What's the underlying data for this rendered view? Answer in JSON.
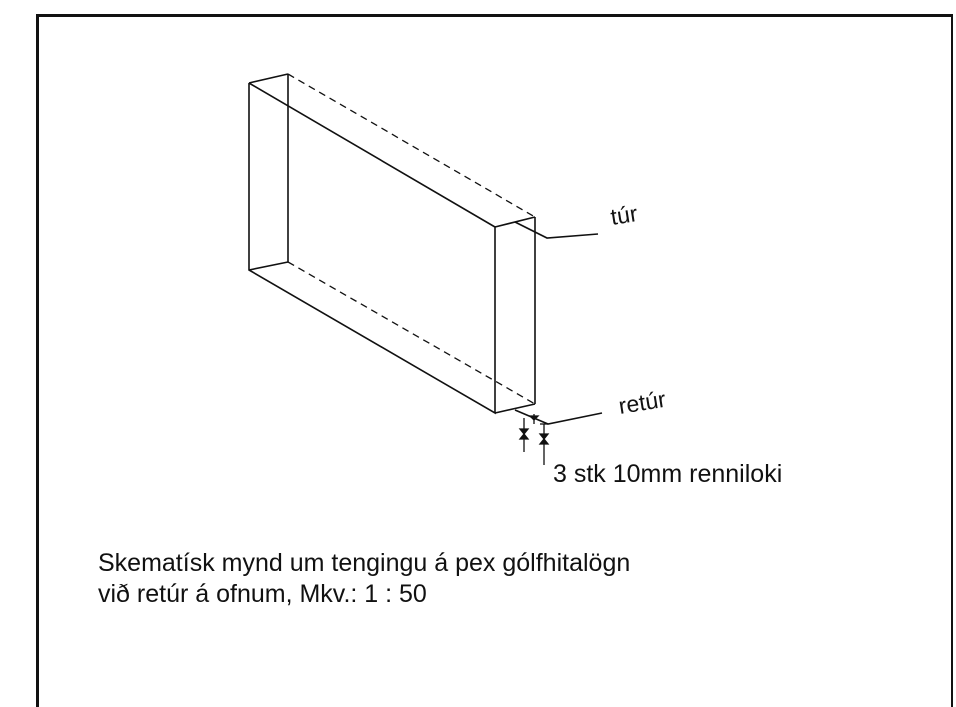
{
  "diagram": {
    "labels": {
      "supply": "túr",
      "return": "retúr",
      "valves": "3 stk 10mm renniloki"
    }
  },
  "caption": {
    "line1": "Skematísk mynd um tengingu á pex gólfhitalögn",
    "line2": "við retúr á ofnum,  Mkv.: 1 : 50"
  },
  "colors": {
    "ink": "#111111",
    "paper": "#ffffff"
  }
}
